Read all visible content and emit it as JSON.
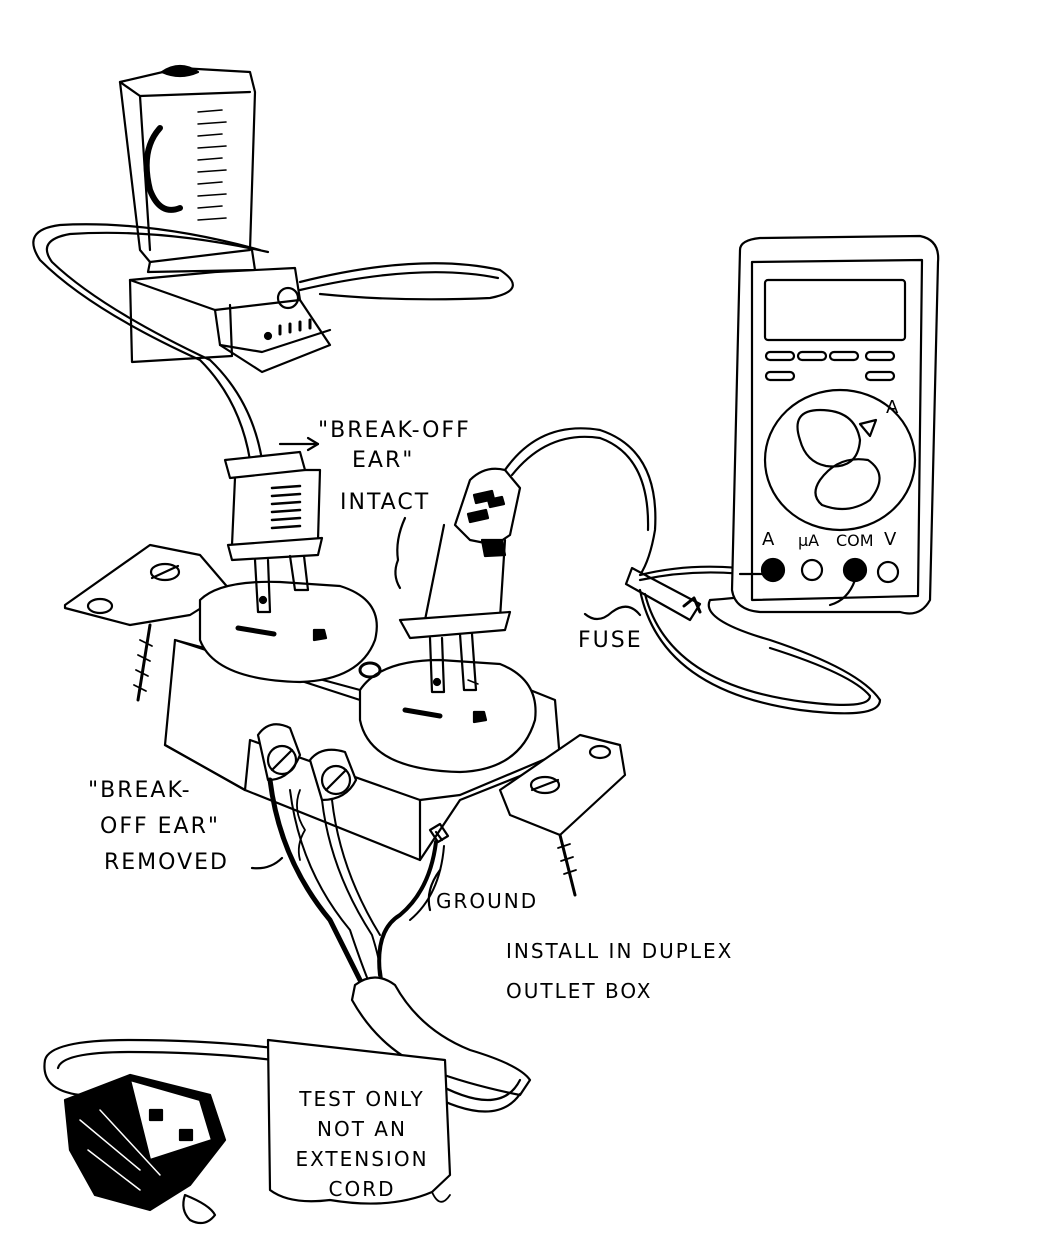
{
  "labels": {
    "break_off_intact_1": "\"BREAK-OFF",
    "break_off_intact_2": "EAR\"",
    "break_off_intact_3": "INTACT",
    "break_off_removed_1": "\"BREAK-",
    "break_off_removed_2": "OFF EAR\"",
    "break_off_removed_3": "REMOVED",
    "fuse": "FUSE",
    "ground": "GROUND",
    "install_1": "INSTALL IN DUPLEX",
    "install_2": "OUTLET BOX",
    "tag_1": "TEST ONLY",
    "tag_2": "NOT AN",
    "tag_3": "EXTENSION",
    "tag_4": "CORD"
  },
  "meter": {
    "jack_a": "A",
    "jack_ua": "µA",
    "jack_com": "COM",
    "jack_v": "V",
    "dial_a": "A"
  },
  "colors": {
    "ink": "#000000",
    "paper": "#ffffff"
  }
}
